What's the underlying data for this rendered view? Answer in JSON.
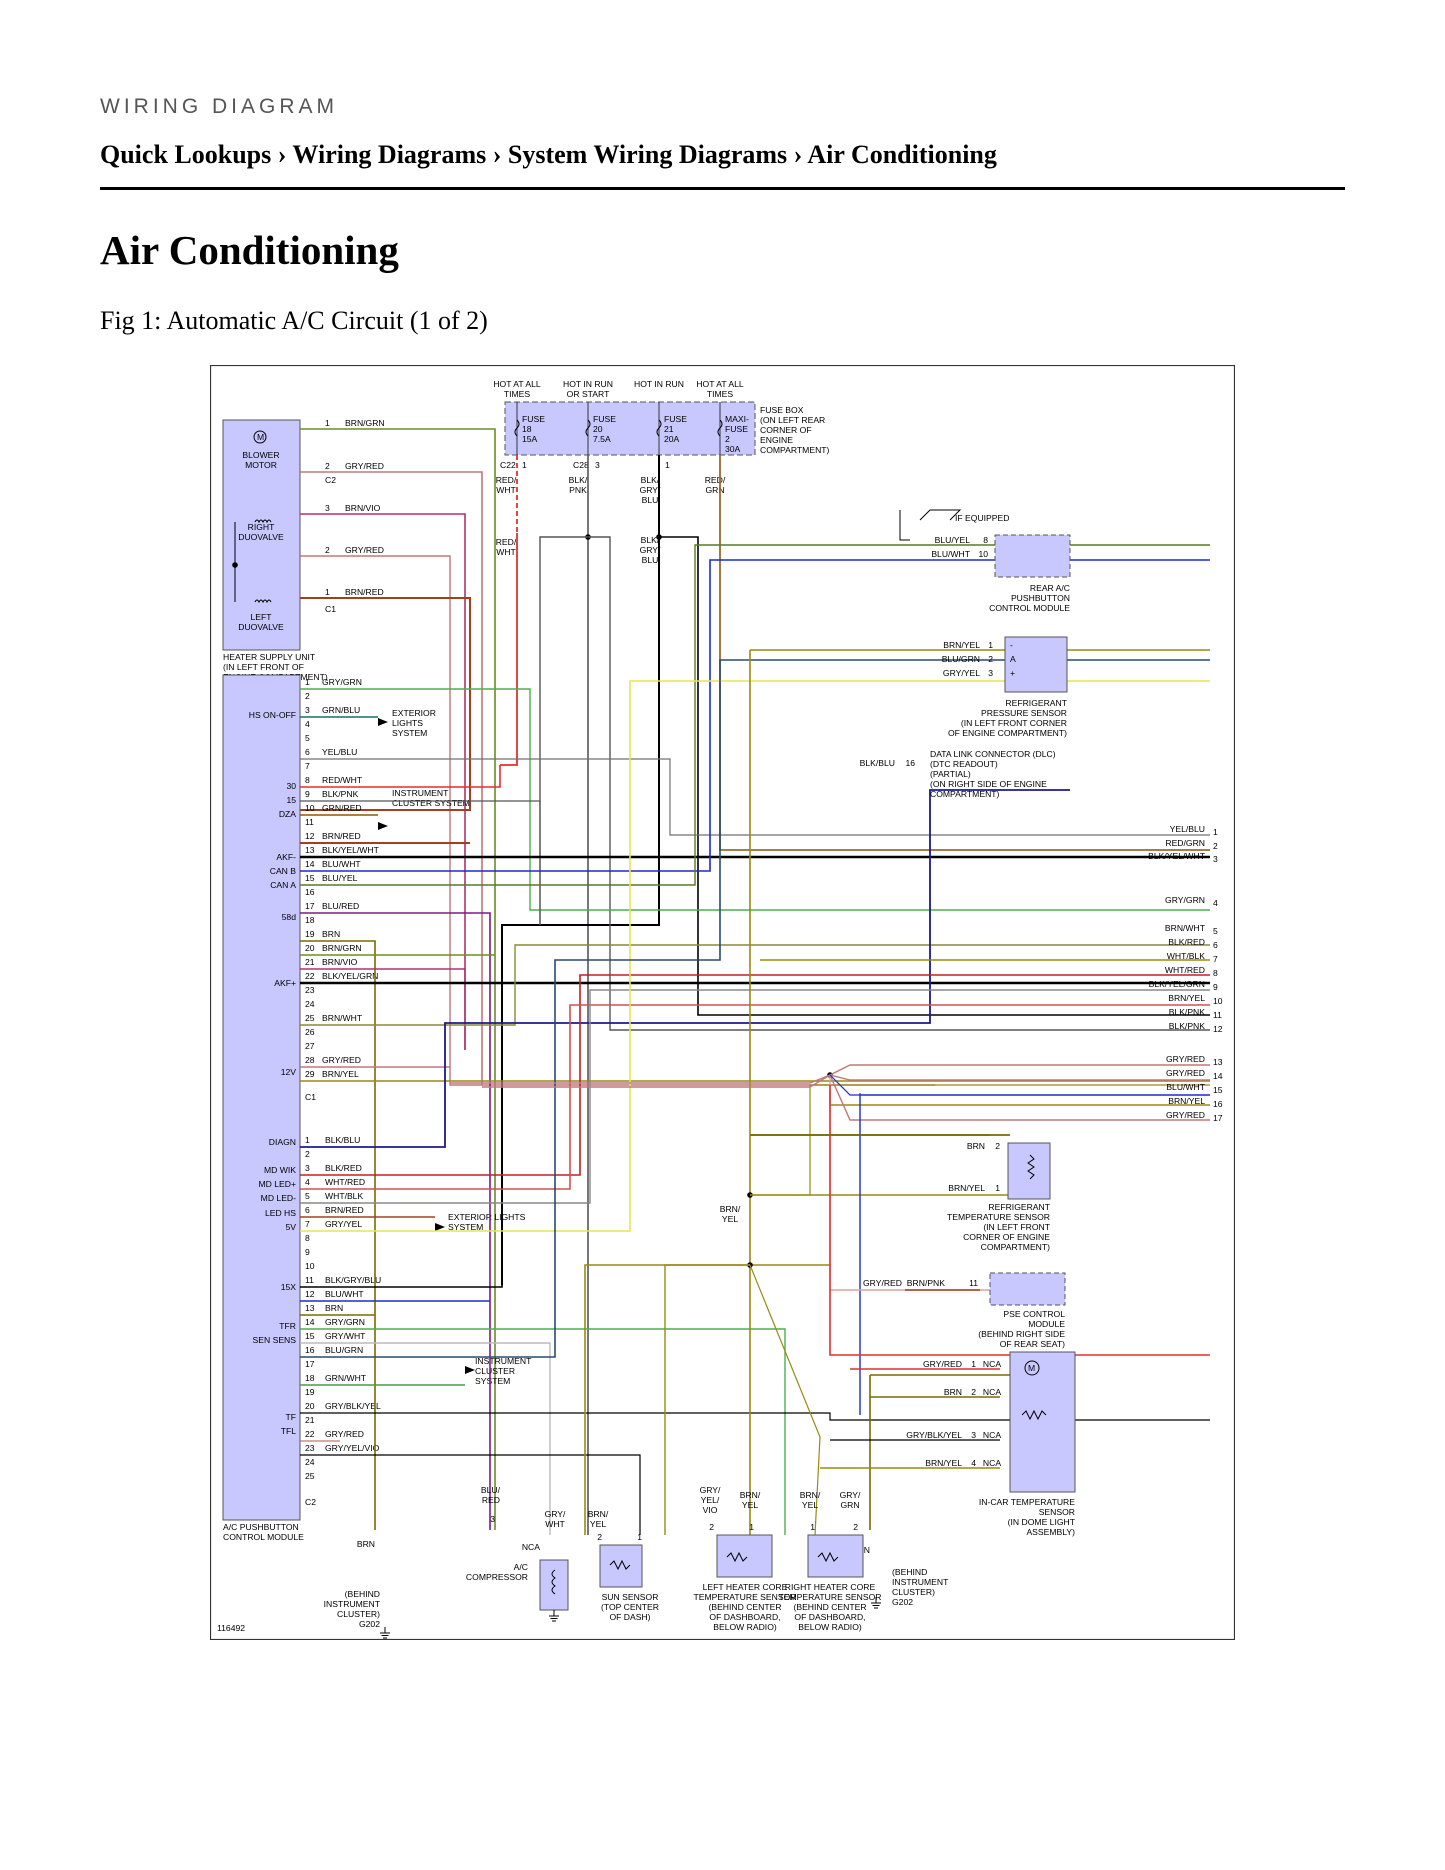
{
  "header": {
    "kicker": "WIRING DIAGRAM",
    "breadcrumb": "Quick Lookups › Wiring Diagrams › System Wiring Diagrams › Air Conditioning",
    "title": "Air Conditioning",
    "figure_caption": "Fig 1: Automatic A/C Circuit (1 of 2)"
  },
  "diagram": {
    "fuse_box": {
      "hot_labels": [
        [
          "HOT AT ALL",
          "TIMES"
        ],
        [
          "HOT IN RUN",
          "OR START"
        ],
        [
          "HOT IN RUN"
        ],
        [
          "HOT AT ALL",
          "TIMES"
        ]
      ],
      "fuses": [
        [
          "FUSE",
          "18",
          "15A"
        ],
        [
          "FUSE",
          "20",
          "7.5A"
        ],
        [
          "FUSE",
          "21",
          "20A"
        ],
        [
          "MAXI-",
          "FUSE",
          "2",
          "30A"
        ]
      ],
      "location": [
        "FUSE BOX",
        "(ON LEFT REAR",
        "CORNER OF",
        "ENGINE",
        "COMPARTMENT)"
      ],
      "conn_labels": [
        "C22",
        "1",
        "C28",
        "3",
        "1"
      ],
      "wire_labels": [
        [
          "RED/",
          "WHT"
        ],
        [
          "BLK/",
          "PNK"
        ],
        [
          "BLK/",
          "GRY/",
          "BLU"
        ],
        [
          "RED/",
          "GRN"
        ],
        [
          "RED/",
          "WHT"
        ],
        [
          "BLK/",
          "GRY/",
          "BLU"
        ]
      ]
    },
    "heater_unit": {
      "blower_motor": [
        "BLOWER",
        "MOTOR"
      ],
      "right_duovalve": [
        "RIGHT",
        "DUOVALVE"
      ],
      "left_duovalve": [
        "LEFT",
        "DUOVALVE"
      ],
      "location": [
        "HEATER SUPPLY UNIT",
        "(IN LEFT FRONT OF",
        "ENGINE COMPARTMENT)"
      ],
      "motor_symbol": "M",
      "pins": [
        {
          "pin": "1",
          "wire": "BRN/GRN"
        },
        {
          "pin": "2",
          "wire": "GRY/RED"
        },
        {
          "pin": "3",
          "wire": "BRN/VIO"
        },
        {
          "pin": "2",
          "wire": "GRY/RED"
        },
        {
          "pin": "1",
          "wire": "BRN/RED"
        }
      ],
      "connectors": [
        "C2",
        "C1"
      ]
    },
    "module": {
      "name": [
        "A/C PUSHBUTTON",
        "CONTROL MODULE"
      ],
      "c1_pins": [
        {
          "pin": "1",
          "wire": "GRY/GRN"
        },
        {
          "pin": "2",
          "wire": ""
        },
        {
          "pin": "3",
          "wire": "GRN/BLU"
        },
        {
          "pin": "4",
          "wire": ""
        },
        {
          "pin": "5",
          "wire": ""
        },
        {
          "pin": "6",
          "wire": "YEL/BLU"
        },
        {
          "pin": "7",
          "wire": ""
        },
        {
          "pin": "8",
          "wire": "RED/WHT"
        },
        {
          "pin": "9",
          "wire": "BLK/PNK"
        },
        {
          "pin": "10",
          "wire": "GRN/RED"
        },
        {
          "pin": "11",
          "wire": ""
        },
        {
          "pin": "12",
          "wire": "BRN/RED"
        },
        {
          "pin": "13",
          "wire": "BLK/YEL/WHT"
        },
        {
          "pin": "14",
          "wire": "BLU/WHT"
        },
        {
          "pin": "15",
          "wire": "BLU/YEL"
        },
        {
          "pin": "16",
          "wire": ""
        },
        {
          "pin": "17",
          "wire": "BLU/RED"
        },
        {
          "pin": "18",
          "wire": ""
        },
        {
          "pin": "19",
          "wire": "BRN"
        },
        {
          "pin": "20",
          "wire": "BRN/GRN"
        },
        {
          "pin": "21",
          "wire": "BRN/VIO"
        },
        {
          "pin": "22",
          "wire": "BLK/YEL/GRN"
        },
        {
          "pin": "23",
          "wire": ""
        },
        {
          "pin": "24",
          "wire": ""
        },
        {
          "pin": "25",
          "wire": "BRN/WHT"
        },
        {
          "pin": "26",
          "wire": ""
        },
        {
          "pin": "27",
          "wire": ""
        },
        {
          "pin": "28",
          "wire": "GRY/RED"
        },
        {
          "pin": "29",
          "wire": "BRN/YEL"
        }
      ],
      "c2_pins": [
        {
          "pin": "1",
          "wire": "BLK/BLU"
        },
        {
          "pin": "2",
          "wire": ""
        },
        {
          "pin": "3",
          "wire": "BLK/RED"
        },
        {
          "pin": "4",
          "wire": "WHT/RED"
        },
        {
          "pin": "5",
          "wire": "WHT/BLK"
        },
        {
          "pin": "6",
          "wire": "BRN/RED"
        },
        {
          "pin": "7",
          "wire": "GRY/YEL"
        },
        {
          "pin": "8",
          "wire": ""
        },
        {
          "pin": "9",
          "wire": ""
        },
        {
          "pin": "10",
          "wire": ""
        },
        {
          "pin": "11",
          "wire": "BLK/GRY/BLU"
        },
        {
          "pin": "12",
          "wire": "BLU/WHT"
        },
        {
          "pin": "13",
          "wire": "BRN"
        },
        {
          "pin": "14",
          "wire": "GRY/GRN"
        },
        {
          "pin": "15",
          "wire": "GRY/WHT"
        },
        {
          "pin": "16",
          "wire": "BLU/GRN"
        },
        {
          "pin": "17",
          "wire": ""
        },
        {
          "pin": "18",
          "wire": "GRN/WHT"
        },
        {
          "pin": "19",
          "wire": ""
        },
        {
          "pin": "20",
          "wire": "GRY/BLK/YEL"
        },
        {
          "pin": "21",
          "wire": ""
        },
        {
          "pin": "22",
          "wire": "GRY/RED"
        },
        {
          "pin": "23",
          "wire": "GRY/YEL/VIO"
        },
        {
          "pin": "24",
          "wire": ""
        },
        {
          "pin": "25",
          "wire": ""
        }
      ],
      "connectors": [
        "C1",
        "C2"
      ],
      "func_labels": [
        "HS ON-OFF",
        "30",
        "15",
        "DZA",
        "AKF-",
        "CAN B",
        "CAN A",
        "58d",
        "AKF+",
        "12V",
        "DIAGN",
        "MD WIK",
        "MD LED+",
        "MD LED-",
        "LED HS",
        "5V",
        "15X",
        "TFR",
        "SEN SENS",
        "TF",
        "TFL"
      ],
      "branch_labels": [
        [
          "EXTERIOR",
          "LIGHTS",
          "SYSTEM"
        ],
        [
          "INSTRUMENT",
          "CLUSTER SYSTEM"
        ],
        [
          "EXTERIOR LIGHTS",
          "SYSTEM"
        ],
        [
          "INSTRUMENT",
          "CLUSTER",
          "SYSTEM"
        ]
      ]
    },
    "right_components": {
      "if_equipped": "IF EQUIPPED",
      "rear_module": {
        "name": [
          "REAR A/C",
          "PUSHBUTTON",
          "CONTROL MODULE"
        ],
        "pins": [
          {
            "wire": "BLU/YEL",
            "pin": "8"
          },
          {
            "wire": "BLU/WHT",
            "pin": "10"
          }
        ]
      },
      "pressure_sensor": {
        "name": [
          "REFRIGERANT",
          "PRESSURE SENSOR",
          "(IN LEFT FRONT CORNER",
          "OF ENGINE COMPARTMENT)"
        ],
        "pins": [
          {
            "wire": "BRN/YEL",
            "pin": "1",
            "sym": "-"
          },
          {
            "wire": "BLU/GRN",
            "pin": "2",
            "sym": "A"
          },
          {
            "wire": "GRY/YEL",
            "pin": "3",
            "sym": "+"
          }
        ]
      },
      "dlc": {
        "name": [
          "DATA LINK CONNECTOR (DLC)",
          "(DTC READOUT)",
          "(PARTIAL)",
          "(ON RIGHT SIDE OF ENGINE",
          "COMPARTMENT)"
        ],
        "wire": "BLK/BLU",
        "pin": "16"
      },
      "harness_rows": [
        {
          "wire": "YEL/BLU",
          "pin": "1"
        },
        {
          "wire": "RED/GRN",
          "pin": "2"
        },
        {
          "wire": "BLK/YEL/WHT",
          "pin": "3"
        },
        {
          "wire": "GRY/GRN",
          "pin": "4"
        },
        {
          "wire": "BRN/WHT",
          "pin": "5"
        },
        {
          "wire": "BLK/RED",
          "pin": "6"
        },
        {
          "wire": "WHT/BLK",
          "pin": "7"
        },
        {
          "wire": "WHT/RED",
          "pin": "8"
        },
        {
          "wire": "BLK/YEL/GRN",
          "pin": "9"
        },
        {
          "wire": "BRN/YEL",
          "pin": "10"
        },
        {
          "wire": "BLK/PNK",
          "pin": "11"
        },
        {
          "wire": "BLK/PNK",
          "pin": "12"
        },
        {
          "wire": "GRY/RED",
          "pin": "13"
        },
        {
          "wire": "GRY/RED",
          "pin": "14"
        },
        {
          "wire": "BLU/WHT",
          "pin": "15"
        },
        {
          "wire": "BRN/YEL",
          "pin": "16"
        },
        {
          "wire": "GRY/RED",
          "pin": "17"
        }
      ],
      "temp_sensor": {
        "name": [
          "REFRIGERANT",
          "TEMPERATURE SENSOR",
          "(IN LEFT FRONT",
          "CORNER OF ENGINE",
          "COMPARTMENT)"
        ],
        "pins": [
          {
            "wire": "BRN",
            "pin": "2"
          },
          {
            "wire": "BRN/YEL",
            "pin": "1"
          }
        ]
      },
      "pse": {
        "name": [
          "PSE CONTROL",
          "MODULE",
          "(BEHIND RIGHT SIDE",
          "OF REAR SEAT)"
        ],
        "wire_in": "GRY/RED",
        "wire_out": "BRN/PNK",
        "pin": "11"
      },
      "incar": {
        "name": [
          "IN-CAR TEMPERATURE",
          "SENSOR",
          "(IN DOME LIGHT",
          "ASSEMBLY)"
        ],
        "pins": [
          {
            "wire": "GRY/RED",
            "pin": "1"
          },
          {
            "wire": "BRN",
            "pin": "2"
          },
          {
            "wire": "GRY/BLK/YEL",
            "pin": "3"
          },
          {
            "wire": "BRN/YEL",
            "pin": "4"
          }
        ],
        "nca": "NCA"
      },
      "brn_yel_label": [
        "BRN/",
        "YEL"
      ]
    },
    "bottom": {
      "ground_left": {
        "wire": "BRN",
        "label": [
          "(BEHIND",
          "INSTRUMENT",
          "CLUSTER)",
          "G202"
        ]
      },
      "ground_right": {
        "wire": "BRN",
        "label": [
          "(BEHIND",
          "INSTRUMENT",
          "CLUSTER)",
          "G202"
        ]
      },
      "compressor": {
        "name": [
          "A/C",
          "COMPRESSOR"
        ],
        "wire": [
          "BLU/",
          "RED"
        ],
        "pin": "3",
        "nca": "NCA"
      },
      "sun_sensor": {
        "name": [
          "SUN SENSOR",
          "(TOP CENTER",
          "OF DASH)"
        ],
        "wires": [
          [
            "GRY/",
            "WHT"
          ],
          [
            "BRN/",
            "YEL"
          ]
        ],
        "pins": [
          "2",
          "1"
        ]
      },
      "left_core": {
        "name": [
          "LEFT HEATER CORE",
          "TEMPERATURE SENSOR",
          "(BEHIND CENTER",
          "OF DASHBOARD,",
          "BELOW RADIO)"
        ],
        "wires": [
          [
            "GRY/",
            "YEL/",
            "VIO"
          ],
          [
            "BRN/",
            "YEL"
          ]
        ],
        "pins": [
          "2",
          "1"
        ]
      },
      "right_core": {
        "name": [
          "RIGHT HEATER CORE",
          "TEMPERATURE SENSOR",
          "(BEHIND CENTER",
          "OF DASHBOARD,",
          "BELOW RADIO)"
        ],
        "wires": [
          [
            "BRN/",
            "YEL"
          ],
          [
            "GRY/",
            "GRN"
          ]
        ],
        "pins": [
          "1",
          "2"
        ]
      },
      "figure_id": "116492"
    },
    "colors": {
      "component_fill": "#c8c8ff",
      "frame": "#333333"
    }
  }
}
